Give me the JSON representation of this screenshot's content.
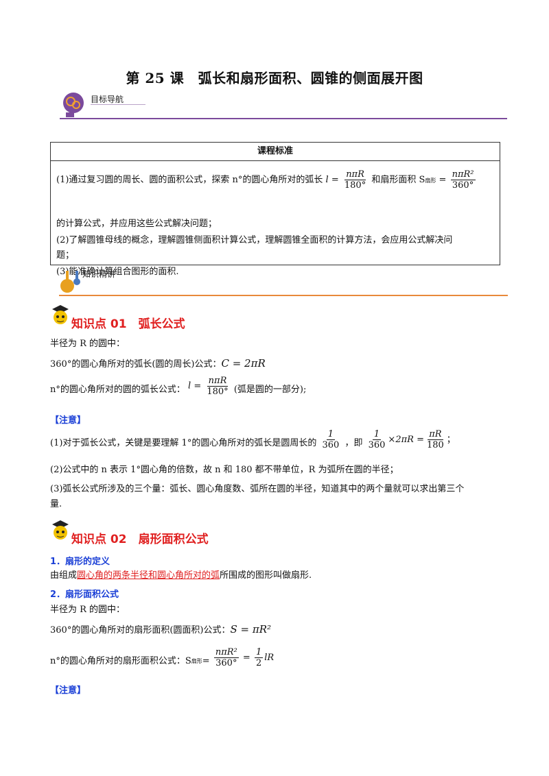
{
  "title": "第 25 课　弧长和扇形面积、圆锥的侧面展开图",
  "nav_label": "目标导航",
  "standard": {
    "header": "课程标准",
    "l1a": "(1)通过复习圆的周长、圆的面积公式，探索 n°的圆心角所对的弧长",
    "l1b": "和扇形面积 S",
    "l1c": "的计算公式，并应用这些公式解决问题；",
    "l2a": "(2)了解圆锥母线的概念，理解圆锥侧面积计算公式，理解圆锥全面积的计算方法，会应用公式解决问",
    "l2b": "题；",
    "l3": "(3)能准确计算组合图形的面积."
  },
  "knowledge_label": "知识精讲",
  "kp1": {
    "title": "知识点 01　弧长公式",
    "r": "半径为 R 的圆中：",
    "c_line": "360°的圆心角所对的弧长(圆的周长)公式：",
    "n_line": "n°的圆心角所对的圆的弧长公式：",
    "n_tail": "(弧是圆的一部分);",
    "note": "【注意】",
    "p1a": "(1)对于弧长公式，关键是要理解 1°的圆心角所对的弧长是圆周长的",
    "p1b": "，即",
    "p2": "(2)公式中的 n 表示 1°圆心角的倍数，故 n 和 180 都不带单位，R 为弧所在圆的半径；",
    "p3a": "(3)弧长公式所涉及的三个量：弧长、圆心角度数、弧所在圆的半径，知道其中的两个量就可以求出第三个",
    "p3b": "量."
  },
  "kp2": {
    "title": "知识点 02　扇形面积公式",
    "s1": "1．扇形的定义",
    "def_a": "由组成",
    "def_red": "圆心角的两条半径和圆心角所对的弧",
    "def_b": "所围成的图形叫做扇形.",
    "s2": "2．扇形面积公式",
    "r": "半径为 R 的圆中：",
    "a_line": "360°的圆心角所对的扇形面积(圆面积)公式：",
    "n_line": "n°的圆心角所对的扇形面积公式：S",
    "note": "【注意】"
  },
  "math": {
    "shan": "扇形",
    "nR": "nπR",
    "d180": "180°",
    "nR2": "nπR²",
    "d360": "360°",
    "C": "C = 2πR",
    "one": "1",
    "n360": "360",
    "times2piR": "×2πR",
    "piR": "πR",
    "n180": "180",
    "eq": "=",
    "semi": "；",
    "Seq": "S = πR²",
    "half_l": "lR",
    "two": "2"
  },
  "colors": {
    "purple": "#7b4a9c",
    "orange": "#e8893a",
    "red": "#e02020",
    "blue": "#1a3fd6"
  }
}
